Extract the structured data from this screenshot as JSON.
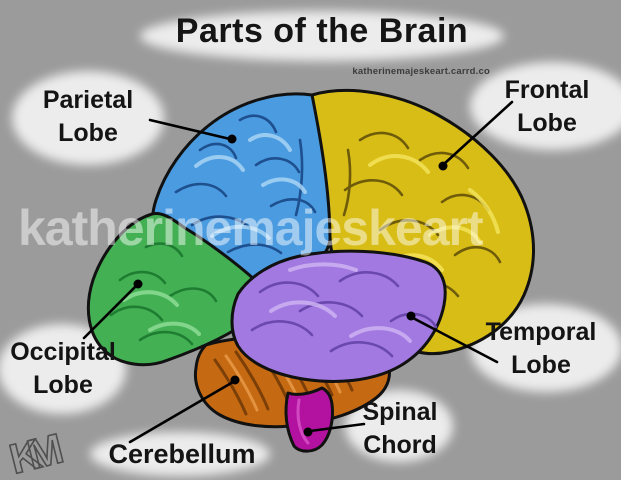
{
  "title": "Parts of the Brain",
  "credit": "katherinemajeskeart.carrd.co",
  "watermark": "katherinemajeskeart",
  "signature": "KM",
  "labels": [
    {
      "id": "parietal",
      "line1": "Parietal",
      "line2": "Lobe"
    },
    {
      "id": "frontal",
      "line1": "Frontal",
      "line2": "Lobe"
    },
    {
      "id": "occipital",
      "line1": "Occipital",
      "line2": "Lobe"
    },
    {
      "id": "temporal",
      "line1": "Temporal",
      "line2": "Lobe"
    },
    {
      "id": "cerebellum",
      "line1": "Cerebellum"
    },
    {
      "id": "spinal",
      "line1": "Spinal",
      "line2": "Chord"
    }
  ],
  "regions": [
    {
      "name": "Parietal Lobe",
      "color": "#4b9be0"
    },
    {
      "name": "Frontal Lobe",
      "color": "#d9bd17"
    },
    {
      "name": "Occipital Lobe",
      "color": "#43b054"
    },
    {
      "name": "Temporal Lobe",
      "color": "#a179e0"
    },
    {
      "name": "Cerebellum",
      "color": "#c56a12"
    },
    {
      "name": "Spinal Chord",
      "color": "#b312a0"
    }
  ],
  "colors": {
    "background": "#9b9b9b",
    "cloud": "#ececec",
    "text": "#141414",
    "leader_line": "#000000",
    "watermark": "rgba(255,255,255,0.48)"
  }
}
